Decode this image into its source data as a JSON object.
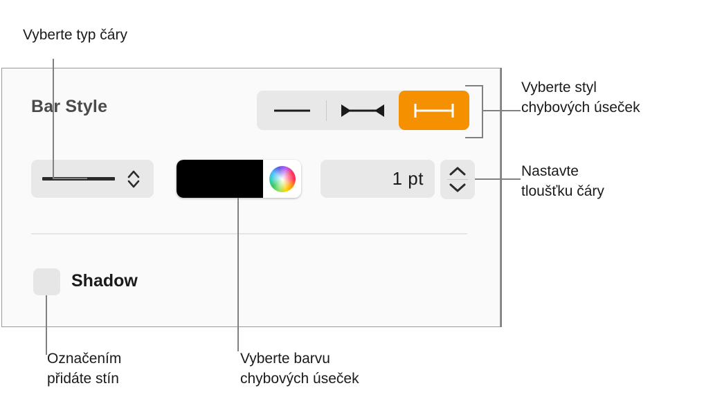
{
  "panel": {
    "title": "Bar Style",
    "bar_style_segments": [
      {
        "name": "plain-line",
        "icon": "line-icon",
        "selected": false
      },
      {
        "name": "arrow-caps",
        "icon": "arrow-caps-icon",
        "selected": false
      },
      {
        "name": "t-caps",
        "icon": "t-caps-icon",
        "selected": true
      }
    ],
    "line_style": {
      "name": "line-style-popup",
      "icon": "solid-line-icon",
      "chevron": "chevron-up-down-icon"
    },
    "color": {
      "name": "error-bar-color",
      "swatch_hex": "#000000",
      "wheel_icon": "color-wheel-icon"
    },
    "thickness": {
      "value": "1 pt",
      "stepper_up": "chevron-up-icon",
      "stepper_down": "chevron-down-icon"
    },
    "shadow": {
      "label": "Shadow",
      "checked": false
    }
  },
  "callouts": {
    "line_type": "Vyberte typ čáry",
    "bar_style": "Vyberte styl\nchybových úseček",
    "thickness": "Nastavte\ntloušťku čáry",
    "shadow": "Označením\npřidáte stín",
    "color": "Vyberte barvu\nchybových úseček"
  },
  "colors": {
    "accent": "#F59100",
    "panel_bg": "#FAFAFA",
    "control_bg": "#E8E8E8",
    "leader": "#808080"
  }
}
